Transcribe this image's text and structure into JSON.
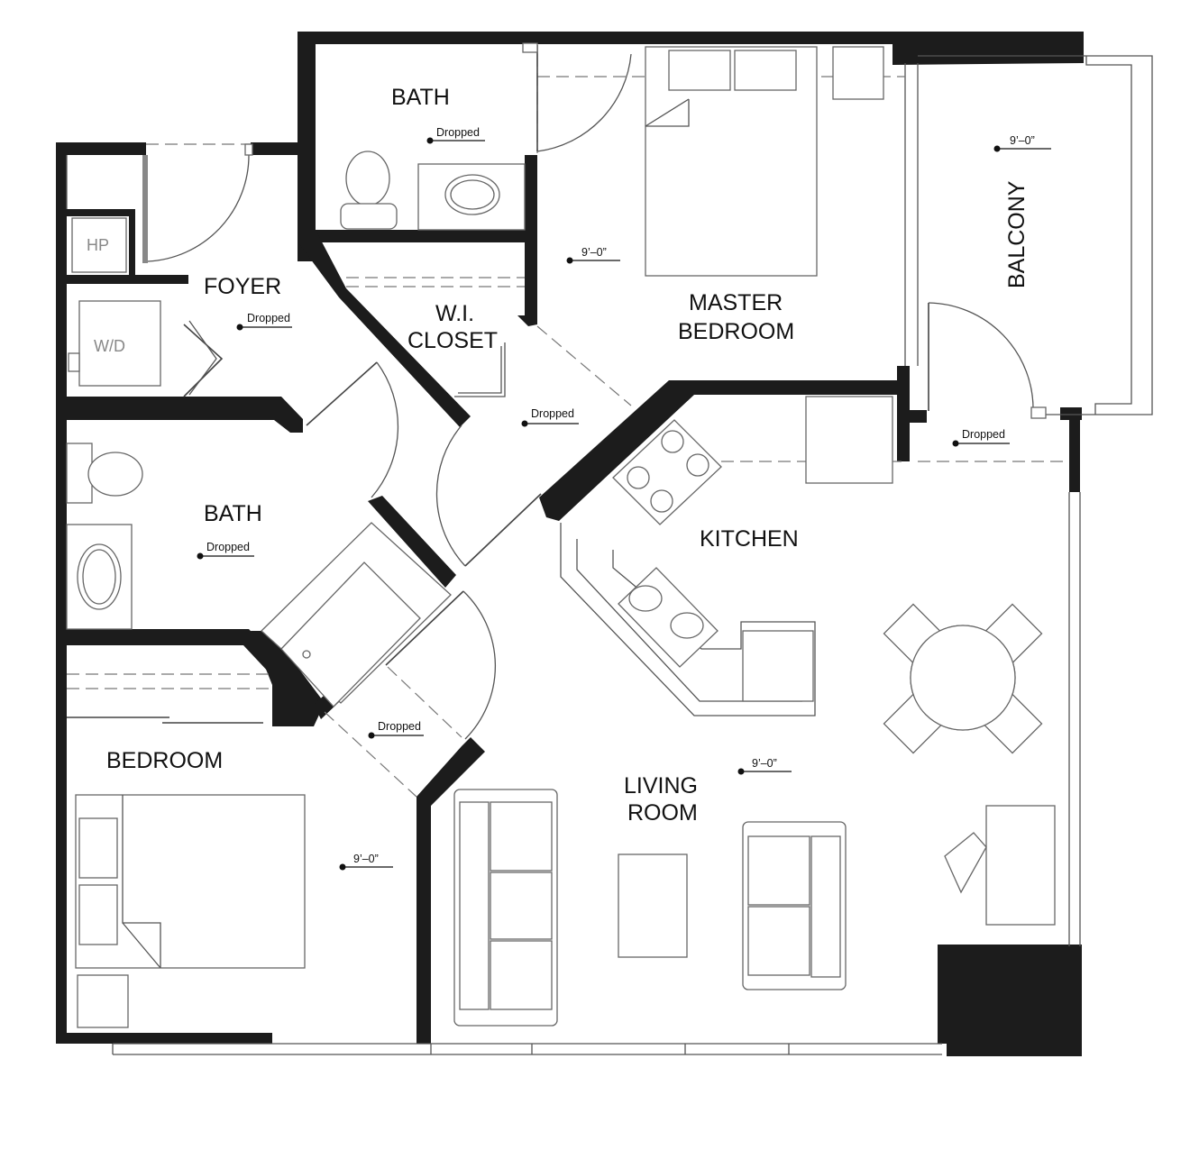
{
  "rooms": {
    "bath_top": "BATH",
    "foyer": "FOYER",
    "wi_closet_line1": "W.I.",
    "wi_closet_line2": "CLOSET",
    "master_line1": "MASTER",
    "master_line2": "BEDROOM",
    "balcony": "BALCONY",
    "bath_mid": "BATH",
    "kitchen": "KITCHEN",
    "living_line1": "LIVING",
    "living_line2": "ROOM",
    "bedroom": "BEDROOM"
  },
  "fixtures": {
    "hp": "HP",
    "wd": "W/D"
  },
  "ceiling_notes": {
    "dropped": "Dropped",
    "height": "9’–0”"
  }
}
